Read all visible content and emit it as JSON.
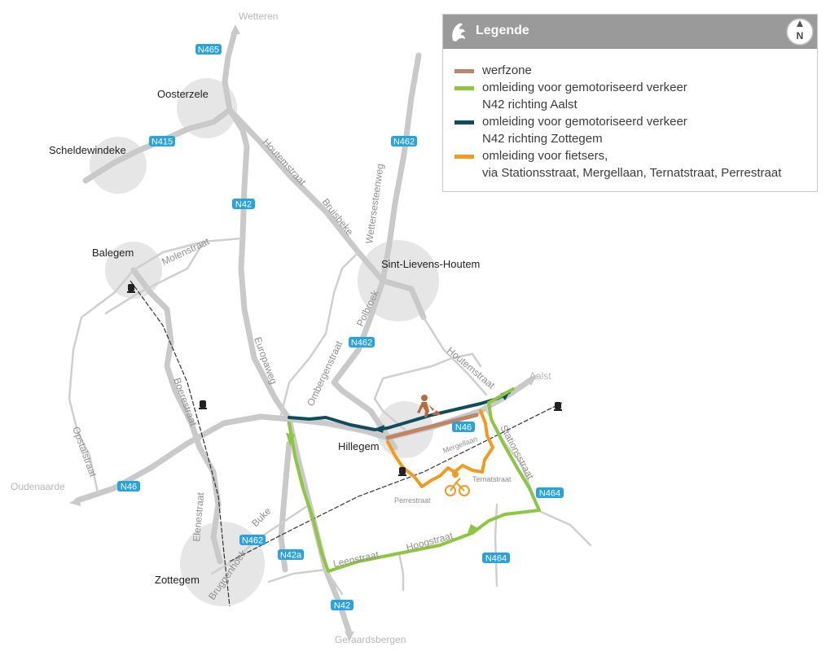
{
  "legend": {
    "title": "Legende",
    "north_label": "N",
    "items": [
      {
        "label": "werfzone",
        "label2": "",
        "color": "#c08466"
      },
      {
        "label": "omleiding voor gemotoriseerd verkeer",
        "label2": "N42 richting Aalst",
        "color": "#8dc63f"
      },
      {
        "label": "omleiding voor gemotoriseerd verkeer",
        "label2": "N42 richting Zottegem",
        "color": "#0e4d5c"
      },
      {
        "label": "omleiding voor fietsers,",
        "label2": "via Stationsstraat, Mergellaan, Ternatstraat, Perrestraat",
        "color": "#f39a1e"
      }
    ]
  },
  "places": {
    "oosterzele": "Oosterzele",
    "scheldewindeke": "Scheldewindeke",
    "balegem": "Balegem",
    "sint_lievens_houtem": "Sint-Lievens-Houtem",
    "hillegem": "Hillegem",
    "zottegem": "Zottegem"
  },
  "directions": {
    "wetteren": "Wetteren",
    "aalst": "Aalst",
    "oudenaarde": "Oudenaarde",
    "geraardsbergen": "Geraardsbergen"
  },
  "road_numbers": {
    "n465": "N465",
    "n415": "N415",
    "n462_top": "N462",
    "n42_top": "N42",
    "n462_mid": "N462",
    "n46_mid": "N46",
    "n46_left": "N46",
    "n462_bottom": "N462",
    "n42a": "N42a",
    "n42_bottom": "N42",
    "n464_top": "N464",
    "n464_bottom": "N464"
  },
  "streets": {
    "houtemstraat_top": "Houtemstraat",
    "bruisbeke": "Bruisbeke",
    "wettersesteenweg": "Wettersesteenweg",
    "molenstraat": "Molenstraat",
    "polbroek": "Polbroek",
    "ombergenstraat": "Ombergenstraat",
    "europaweg": "Europaweg",
    "houtemstraat_right": "Houtemstraat",
    "boerestraat": "Boerestraat",
    "opstalstraat": "Opstalstraat",
    "elenestraat": "Elenestraat",
    "buke": "Buke",
    "bruggenhoek": "Bruggenhoek",
    "leenstraat": "Leenstraat",
    "hoogstraat": "Hoogstraat",
    "stationsstraat": "Stationsstraat",
    "mergellaan": "Mergellaan",
    "ternatstraat": "Ternatstraat",
    "perrestraat": "Perrestraat"
  },
  "colors": {
    "road": "#c9c9c9",
    "town_area": "#e6e6e6",
    "shield": "#2aa3dc",
    "werfzone": "#c08466",
    "green_route": "#8dc63f",
    "blue_route": "#0e4d5c",
    "orange_route": "#f39a1e"
  },
  "icons": [
    "road-works-icon",
    "cyclist-icon",
    "train-station-icon",
    "north-arrow-icon",
    "flemish-lion-icon"
  ]
}
